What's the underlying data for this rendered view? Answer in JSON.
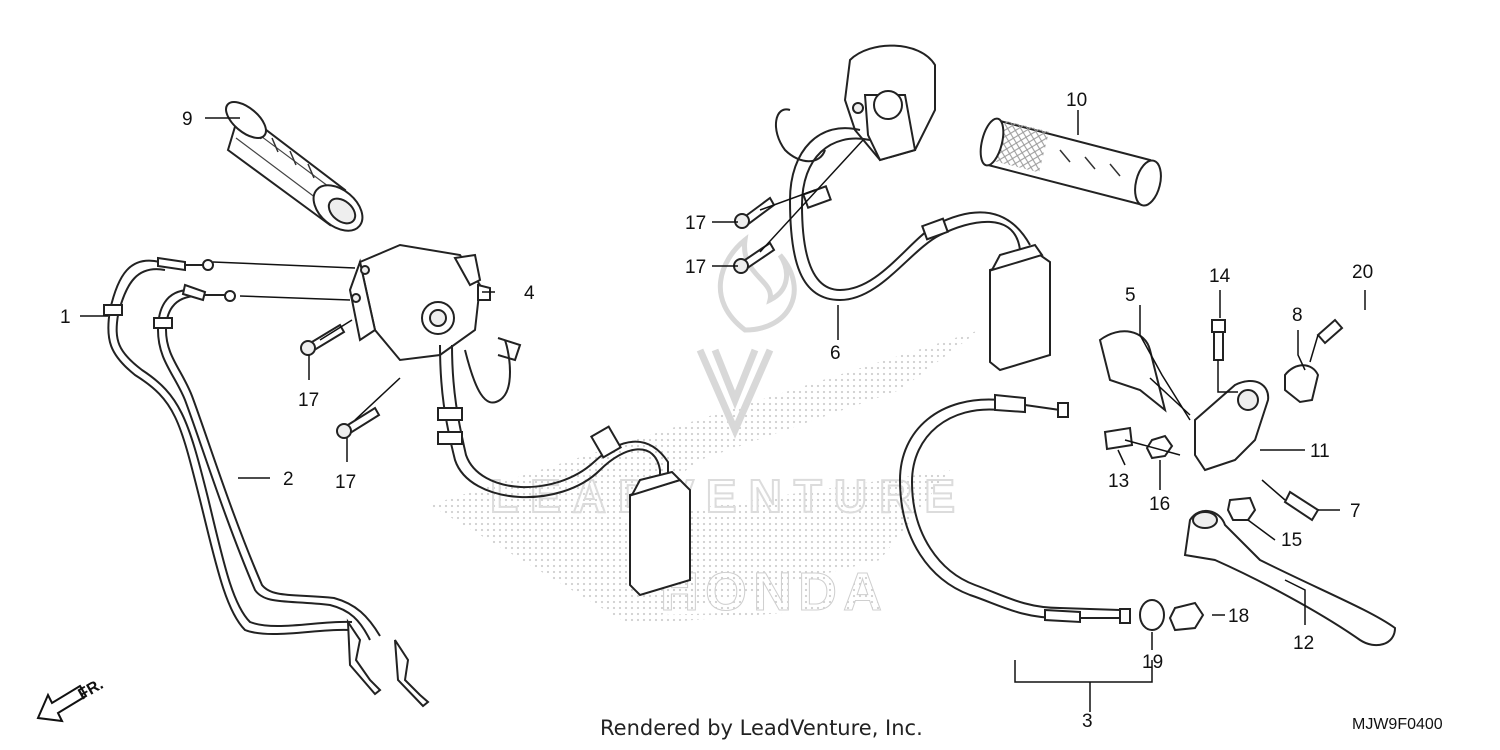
{
  "diagram": {
    "callouts": {
      "c1": "1",
      "c2": "2",
      "c3": "3",
      "c4": "4",
      "c5": "5",
      "c6": "6",
      "c7": "7",
      "c8": "8",
      "c9": "9",
      "c10": "10",
      "c11": "11",
      "c12": "12",
      "c13": "13",
      "c14": "14",
      "c15": "15",
      "c16": "16",
      "c17a": "17",
      "c17b": "17",
      "c17c": "17",
      "c17d": "17",
      "c18": "18",
      "c19": "19",
      "c20": "20"
    },
    "front_arrow_label": "FR.",
    "watermark_text": "LEADVENTURE",
    "watermark_brand": "HONDA",
    "footer": "Rendered by LeadVenture, Inc.",
    "diagram_code": "MJW9F0400"
  }
}
